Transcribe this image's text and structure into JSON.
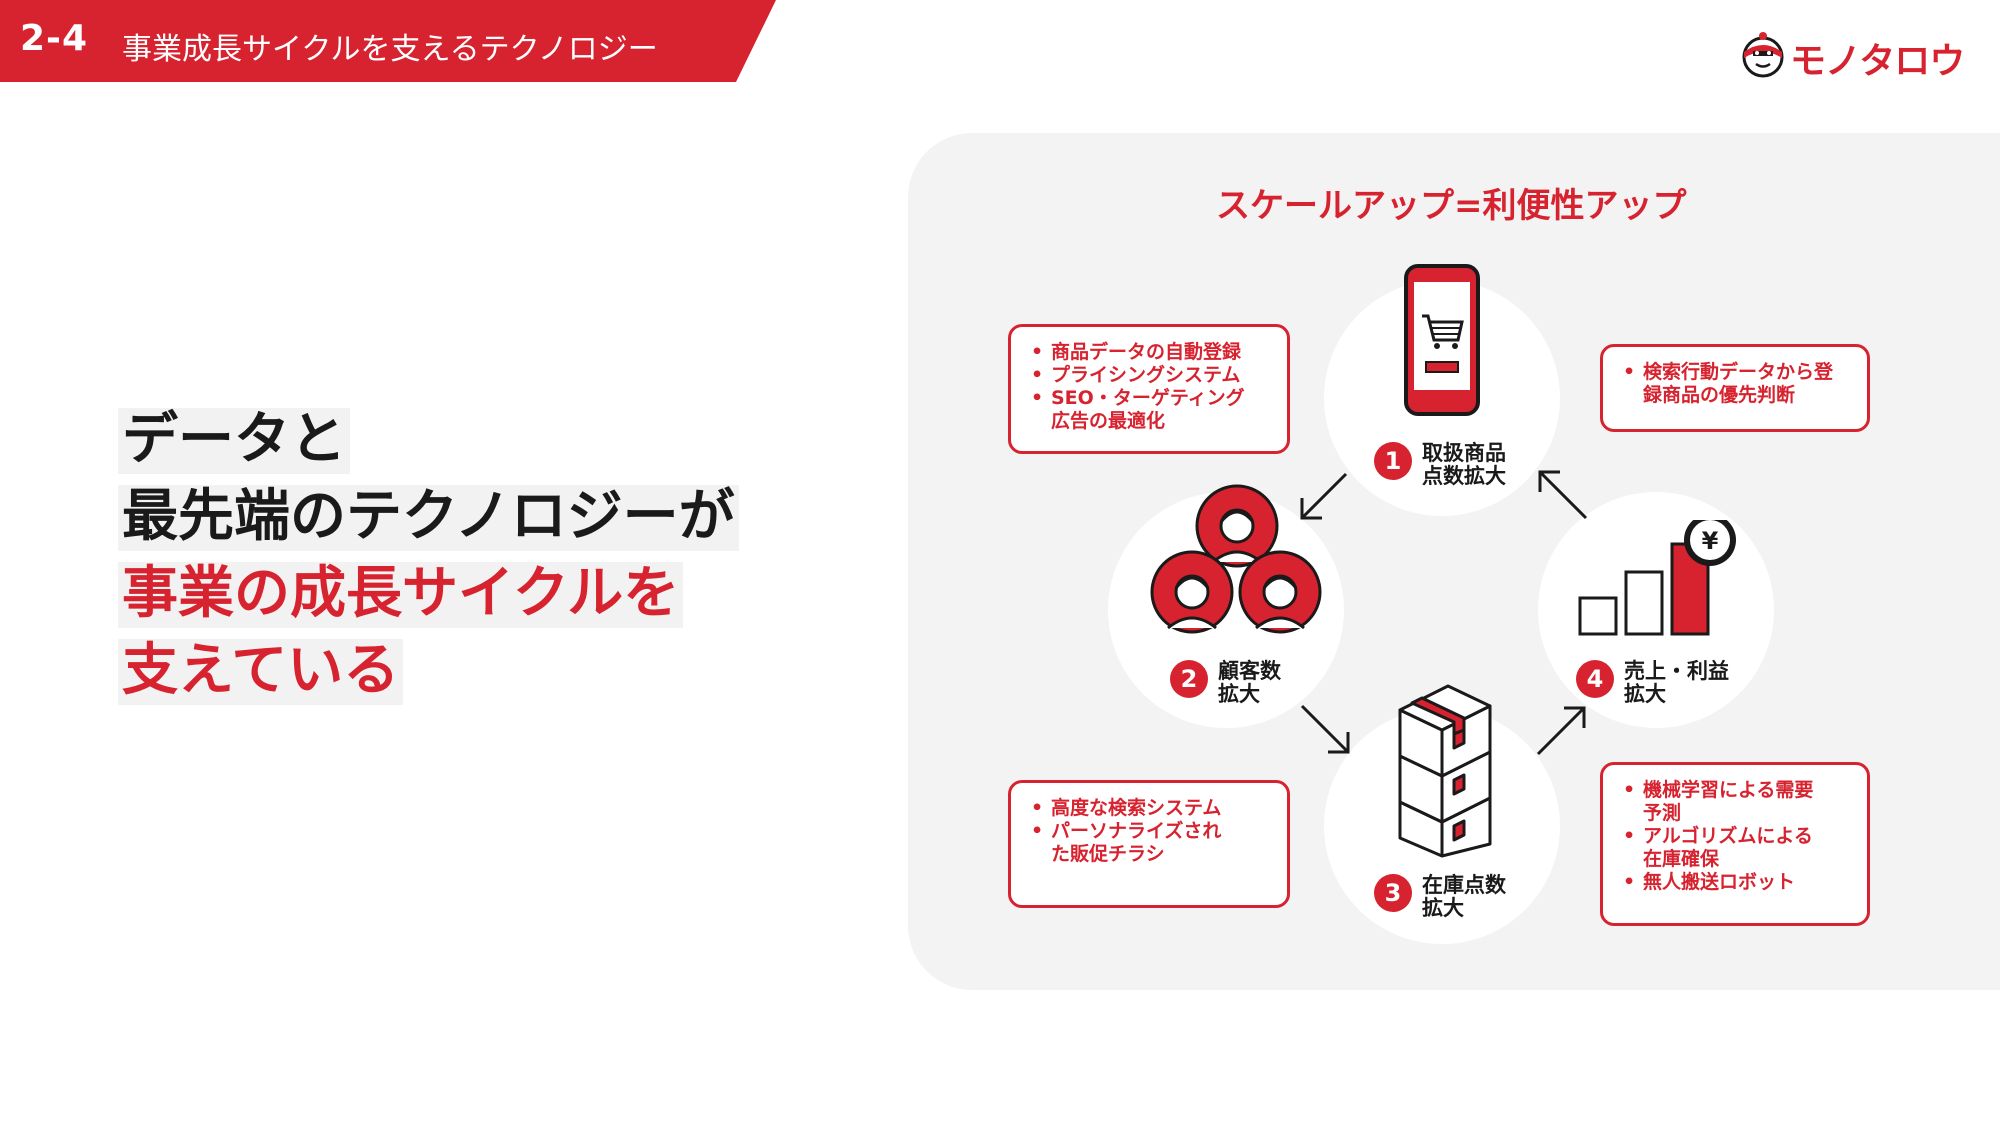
{
  "header": {
    "section_number": "2-4",
    "title": "事業成長サイクルを支えるテクノロジー"
  },
  "logo": {
    "text": "モノタロウ",
    "color": "#d7232f"
  },
  "headline": {
    "lines": [
      {
        "text": "データと",
        "style": "black"
      },
      {
        "text": "最先端のテクノロジーが",
        "style": "black"
      },
      {
        "text": "事業の成長サイクルを",
        "style": "red"
      },
      {
        "text": "支えている",
        "style": "red"
      }
    ]
  },
  "diagram": {
    "title": "スケールアップ=利便性アップ",
    "accent_color": "#d7232f",
    "nodes": [
      {
        "number": "1",
        "label_lines": [
          "取扱商品",
          "点数拡大"
        ],
        "icon": "smartphone-cart-icon"
      },
      {
        "number": "2",
        "label_lines": [
          "顧客数",
          "拡大"
        ],
        "icon": "customers-group-icon"
      },
      {
        "number": "3",
        "label_lines": [
          "在庫点数",
          "拡大"
        ],
        "icon": "stacked-boxes-icon"
      },
      {
        "number": "4",
        "label_lines": [
          "売上・利益",
          "拡大"
        ],
        "icon": "bar-chart-yen-icon"
      }
    ],
    "boxes": {
      "top_left": [
        "商品データの自動登録",
        "プライシングシステム",
        "SEO・ターゲティング\n広告の最適化"
      ],
      "top_right": [
        "検索行動データから登\n録商品の優先判断"
      ],
      "bottom_left": [
        "高度な検索システム",
        "パーソナライズされ\nた販促チラシ"
      ],
      "bottom_right": [
        "機械学習による需要\n予測",
        "アルゴリズムによる\n在庫確保",
        "無人搬送ロボット"
      ]
    },
    "arrows": [
      "arrow-1-to-2",
      "arrow-2-to-3",
      "arrow-3-to-4",
      "arrow-4-to-1"
    ]
  }
}
